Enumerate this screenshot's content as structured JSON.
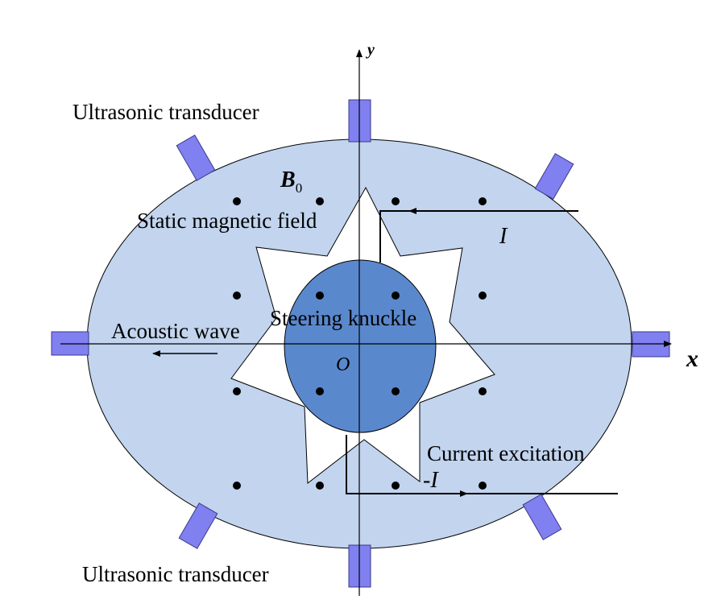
{
  "labels": {
    "transducer_top": "Ultrasonic transducer",
    "transducer_bottom": "Ultrasonic transducer",
    "b0_symbol": "B",
    "b0_subscript": "0",
    "static_field": "Static magnetic field",
    "acoustic_wave": "Acoustic wave",
    "steering_knuckle": "Steering knuckle",
    "origin": "O",
    "current_excitation": "Current excitation",
    "current_plus": "I",
    "current_minus": "-I",
    "axis_x": "x",
    "axis_y": "y"
  },
  "colors": {
    "outer_region": "#c2d4ee",
    "knuckle": "#5a88cd",
    "transducer": "#8080f0",
    "transducer_stroke": "#3a3a8a",
    "line": "#000000"
  }
}
